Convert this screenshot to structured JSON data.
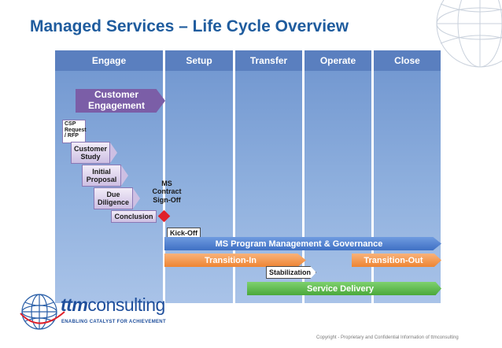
{
  "title": "Managed Services – Life Cycle Overview",
  "phases": [
    "Engage",
    "Setup",
    "Transfer",
    "Operate",
    "Close"
  ],
  "engagement": "Customer Engagement",
  "csp": "CSP Request / RFP",
  "steps": [
    "Customer Study",
    "Initial Proposal",
    "Due Diligence",
    "Conclusion"
  ],
  "milestones": {
    "signoff": "MS Contract Sign-Off",
    "kickoff": "Kick-Off",
    "stabilization": "Stabilization"
  },
  "bars": {
    "program": "MS Program Management & Governance",
    "transition_in": "Transition-In",
    "transition_out": "Transition-Out",
    "service_delivery": "Service Delivery"
  },
  "logo": {
    "ttm": "ttm",
    "consulting": "consulting",
    "tagline": "ENABLING CATALYST FOR ACHIEVEMENT"
  },
  "copyright": "Copyright - Proprietary and Confidential Information of ttmconsulting",
  "colors": {
    "title": "#1f5c9e",
    "phase_bg": "#8fb0de",
    "engagement": "#7b5ea7",
    "program": "#3f70c4",
    "transition": "#ee8533",
    "service_delivery": "#4aa83a",
    "milestone": "#e0202a"
  }
}
